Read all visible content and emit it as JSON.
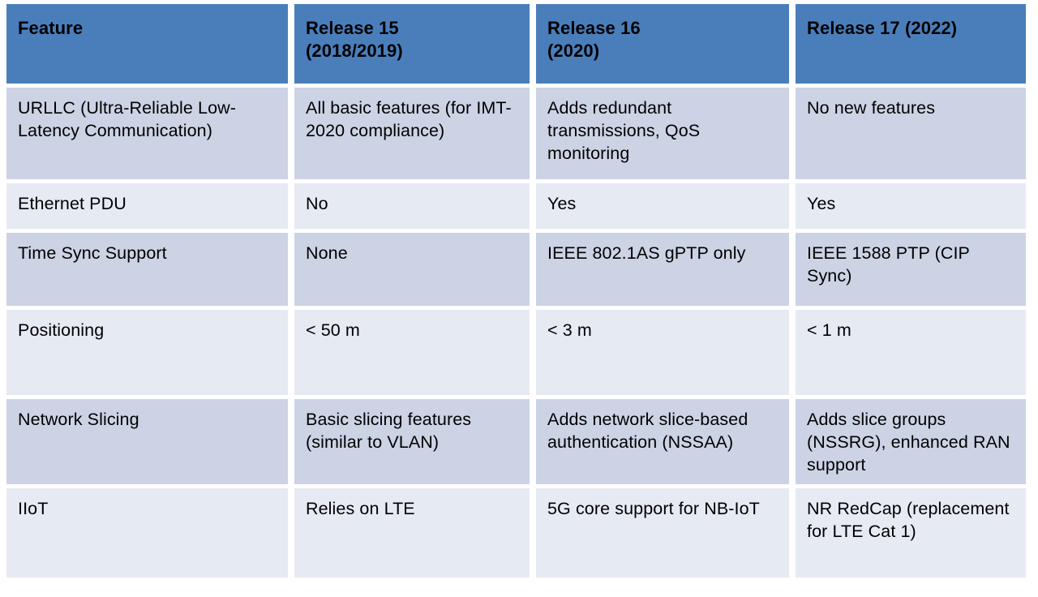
{
  "table": {
    "columns": [
      "Feature",
      "Release 15 (2018/2019)",
      "Release 16 (2020)",
      "Release 17 (2022)"
    ],
    "column_headers": [
      {
        "line1": "Feature",
        "line2": ""
      },
      {
        "line1": "Release 15",
        "line2": "(2018/2019)"
      },
      {
        "line1": "Release 16",
        "line2": "(2020)"
      },
      {
        "line1": "Release 17 (2022)",
        "line2": ""
      }
    ],
    "rows": [
      {
        "feature": "URLLC (Ultra-Reliable Low-Latency Communication)",
        "release15": "All basic features (for IMT-2020 compliance)",
        "release16": "Adds redundant transmissions, QoS monitoring",
        "release17": "No new features"
      },
      {
        "feature": "Ethernet PDU",
        "release15": "No",
        "release16": "Yes",
        "release17": "Yes"
      },
      {
        "feature": "Time Sync Support",
        "release15": "None",
        "release16": "IEEE 802.1AS gPTP only",
        "release17": "IEEE 1588 PTP (CIP Sync)"
      },
      {
        "feature": "Positioning",
        "release15": "< 50 m",
        "release16": "< 3 m",
        "release17": "< 1 m"
      },
      {
        "feature": "Network Slicing",
        "release15": "Basic slicing features (similar to VLAN)",
        "release16": "Adds network slice-based authentication (NSSAA)",
        "release17": "Adds slice groups (NSSRG), enhanced RAN support"
      },
      {
        "feature": "IIoT",
        "release15": "Relies on LTE",
        "release16": "5G core support for NB-IoT",
        "release17": "NR RedCap (replacement for LTE Cat 1)"
      }
    ]
  },
  "colors": {
    "header_background": "#4a7ebb",
    "header_text": "#000000",
    "row_dark": "#ccd3e5",
    "row_light": "#e6eaf3",
    "body_text": "#000000",
    "page_background": "#ffffff"
  }
}
